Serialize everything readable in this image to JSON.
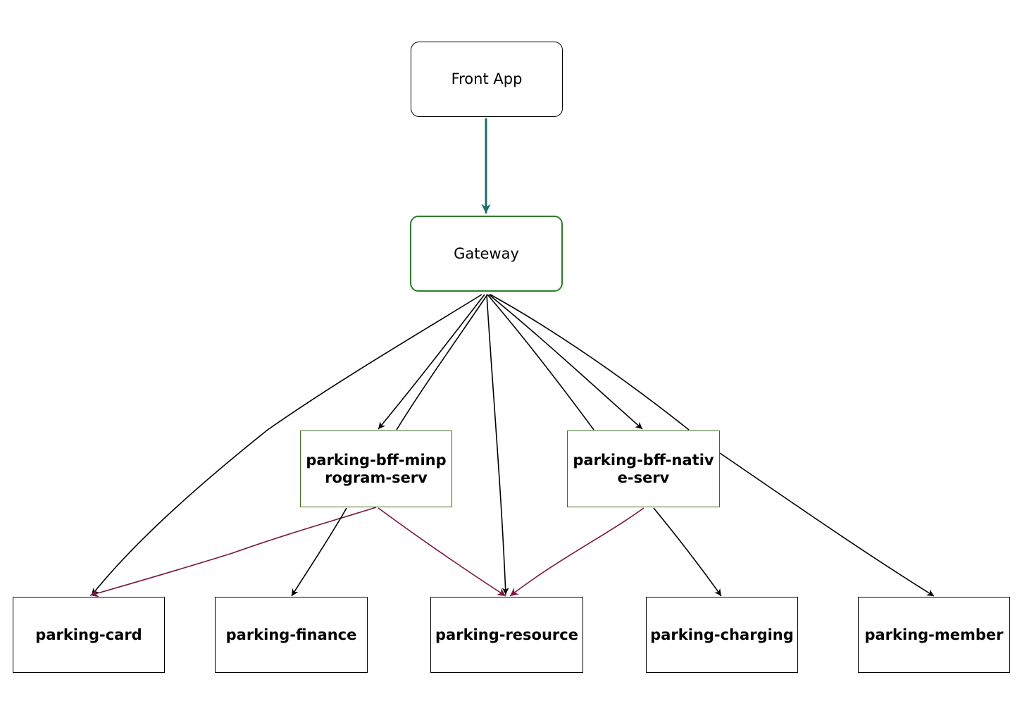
{
  "nodes": {
    "front_app": "Front App",
    "gateway": "Gateway",
    "bff_minprogram": "parking-bff-minprogram-serv",
    "bff_native": "parking-bff-native-serv",
    "card": "parking-card",
    "finance": "parking-finance",
    "resource": "parking-resource",
    "charging": "parking-charging",
    "member": "parking-member"
  },
  "colors": {
    "gateway_border": "#2d7d2d",
    "bff_border": "#3d6b1f",
    "front_edge": "#1e6b6b",
    "bff_edge": "#7a1545",
    "default_edge": "#000000"
  }
}
